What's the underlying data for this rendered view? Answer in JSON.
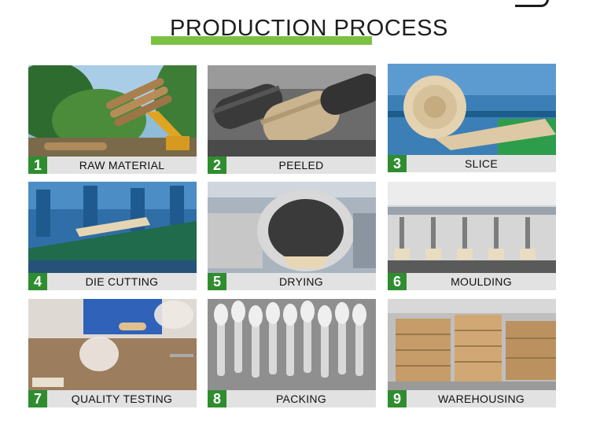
{
  "page": {
    "title": "PRODUCTION PROCESS"
  },
  "steps": [
    {
      "number": "1",
      "label": "RAW MATERIAL"
    },
    {
      "number": "2",
      "label": "PEELED"
    },
    {
      "number": "3",
      "label": "SLICE"
    },
    {
      "number": "4",
      "label": "DIE CUTTING"
    },
    {
      "number": "5",
      "label": "DRYING"
    },
    {
      "number": "6",
      "label": "MOULDING"
    },
    {
      "number": "7",
      "label": "QUALITY TESTING"
    },
    {
      "number": "8",
      "label": "PACKING"
    },
    {
      "number": "9",
      "label": "WAREHOUSING"
    }
  ],
  "colors": {
    "accent_green": "#7bc143",
    "badge_green": "#2f8d2f",
    "label_bg": "#e2e2e2"
  }
}
